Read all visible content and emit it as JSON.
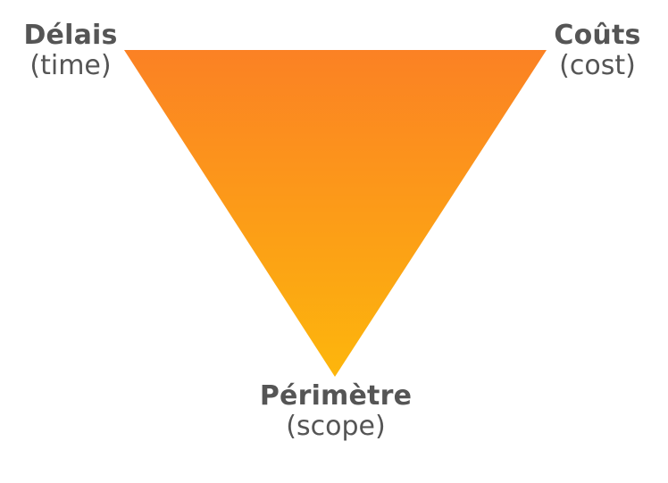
{
  "diagram": {
    "vertices": [
      {
        "id": "time",
        "title": "Délais",
        "subtitle": "(time)"
      },
      {
        "id": "cost",
        "title": "Coûts",
        "subtitle": "(cost)"
      },
      {
        "id": "scope",
        "title": "Périmètre",
        "subtitle": "(scope)"
      }
    ],
    "colors": {
      "triangle_top": "#fb8124",
      "triangle_bottom": "#fdb60c",
      "text": "#555555"
    }
  }
}
